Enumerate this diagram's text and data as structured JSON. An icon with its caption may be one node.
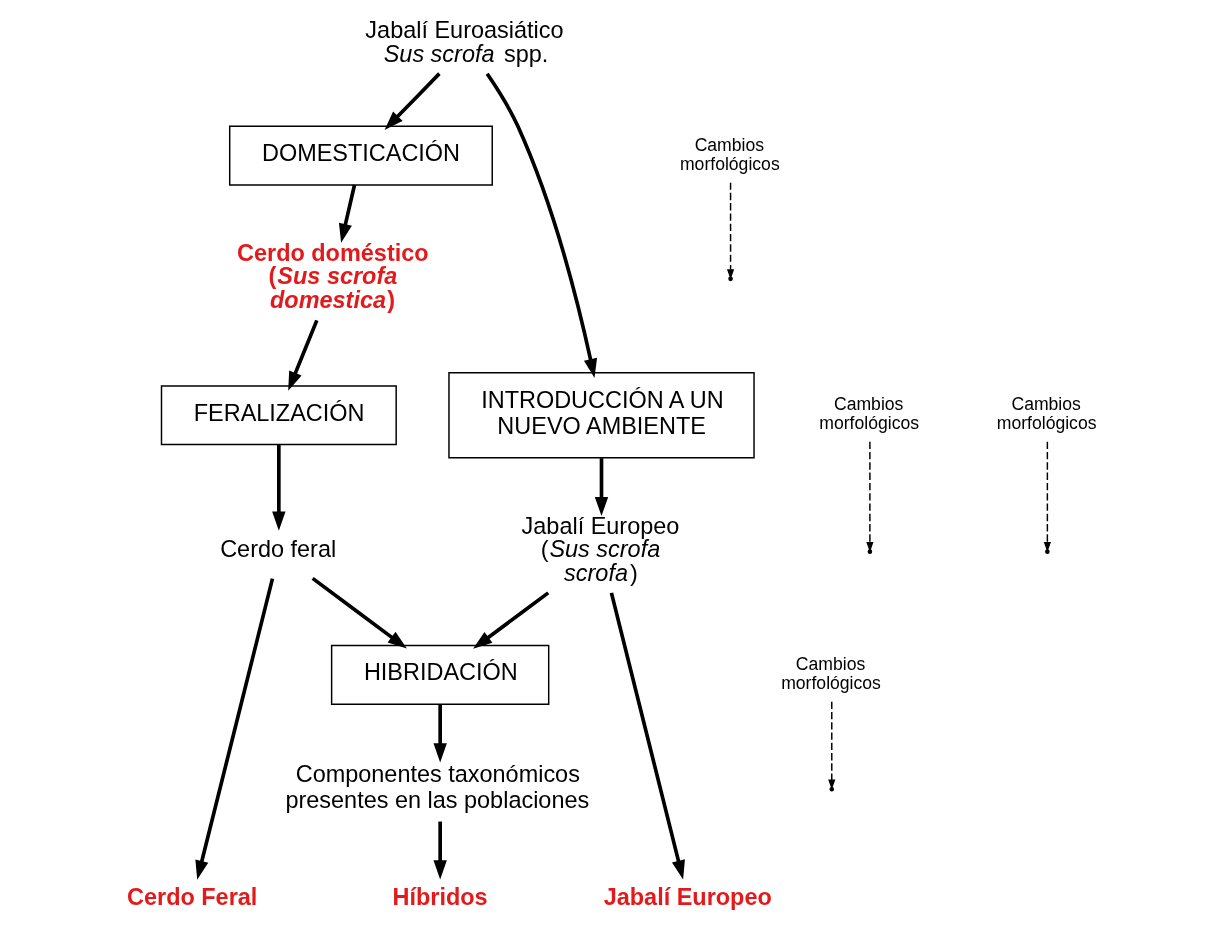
{
  "diagram": {
    "nodes": [
      {
        "text": [
          "Jabalí Euroasiático *Sus scrofa* spp."
        ]
      },
      {
        "text": [
          "DOMESTICACIÓN"
        ]
      },
      {
        "text": [
          "INTRODUCCIÓN A UN NUEVO AMBIENTE"
        ]
      },
      {
        "text": [
          "Cambios morfológicos"
        ]
      },
      {
        "text": [
          "Cambios morfológicos"
        ]
      },
      {
        "text": [
          "Cerdo doméstico (*Sus scrofa domestica*)"
        ]
      },
      {
        "text": [
          "Jabalí Europeo (*Sus scrofa scrofa*)"
        ]
      },
      {
        "text": [
          "FERALIZACIÓN"
        ]
      },
      {
        "text": [
          "Cambios morfológicos"
        ]
      },
      {
        "text": [
          "Cerdo feral"
        ]
      },
      {
        "text": [
          "HIBRIDACIÓN"
        ]
      },
      {
        "text": [
          "Cambios morfológicos"
        ]
      },
      {
        "text": [
          "Componentes taxonómicos presentes en las poblaciones"
        ]
      },
      {
        "text": [
          "Cerdo Feral"
        ]
      },
      {
        "text": [
          "Híbridos"
        ]
      },
      {
        "text": [
          "Jabalí Europeo"
        ]
      }
    ],
    "edges": [
      {
        "from": 0,
        "to": 1,
        "arrow": "to"
      },
      {
        "from": 0,
        "to": 2,
        "arrow": "to"
      },
      {
        "from": 1,
        "to": 5,
        "arrow": "to"
      },
      {
        "from": 3,
        "to": null,
        "arrow": "to",
        "style": "dashed"
      },
      {
        "from": 2,
        "to": 6,
        "arrow": "to"
      },
      {
        "from": 4,
        "to": null,
        "arrow": "to",
        "style": "dashed"
      },
      {
        "from": 5,
        "to": 7,
        "arrow": "to"
      },
      {
        "from": 7,
        "to": 9,
        "arrow": "to"
      },
      {
        "from": 8,
        "to": null,
        "arrow": "to",
        "style": "dashed"
      },
      {
        "from": 9,
        "to": 13,
        "arrow": "to"
      },
      {
        "from": 9,
        "to": 10,
        "arrow": "to"
      },
      {
        "from": 6,
        "to": 10,
        "arrow": "to"
      },
      {
        "from": 6,
        "to": 15,
        "arrow": "to"
      },
      {
        "from": 10,
        "to": 12,
        "arrow": "to"
      },
      {
        "from": 11,
        "to": null,
        "arrow": "to",
        "style": "dashed"
      },
      {
        "from": 12,
        "to": 14,
        "arrow": "to"
      }
    ]
  }
}
